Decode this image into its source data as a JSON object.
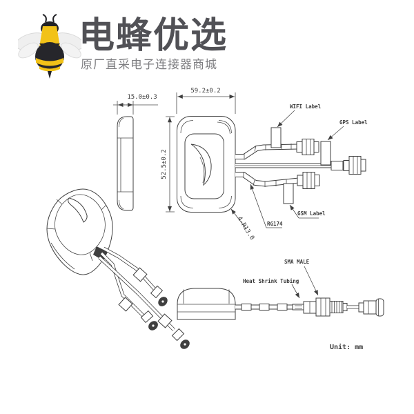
{
  "page": {
    "background": "#ffffff",
    "line_color": "#3f3f3f"
  },
  "logo": {
    "title": "电蜂优选",
    "subtitle": "原厂直采电子连接器商城",
    "icon": "bee-icon",
    "colors": {
      "bee_yellow": "#f2c218",
      "bee_dark": "#222226",
      "wing_gray": "#ededed",
      "title_gray": "#515156",
      "subtitle_gray": "#7e7e81"
    }
  },
  "drawing": {
    "dimensions": {
      "side_width": "15.0±0.3",
      "front_width": "59.2±0.2",
      "front_height": "52.5±0.2",
      "corner_radius": "4-R13.0"
    },
    "labels": {
      "wifi": "WIFI Label",
      "gps": "GPS Label",
      "gsm": "GSM Label",
      "cable": "RG174",
      "sma": "SMA MALE",
      "tubing": "Heat Shrink Tubing"
    },
    "unit_note": "Unit: mm"
  }
}
